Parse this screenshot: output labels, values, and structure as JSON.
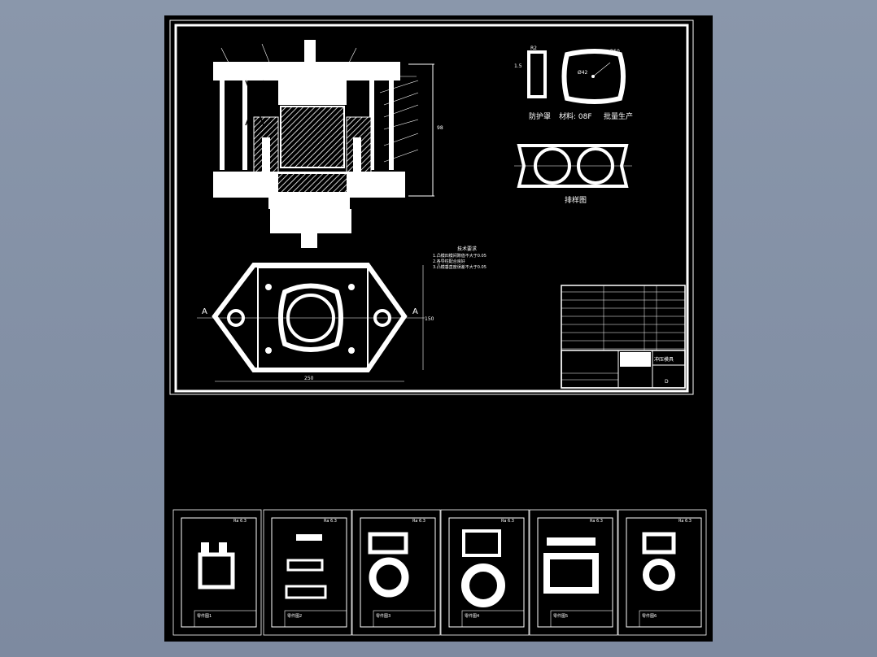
{
  "main_sheet": {
    "part_name": "防护罩",
    "material_label": "材料: 08F",
    "production": "批量生产",
    "layout_caption": "排样图",
    "tech_req_title": "技术要求",
    "tech_reqs": [
      "1.凸模凹模间隙值不大于0.05",
      "2.各导柱配合良好",
      "3.凸模垂直度误差不大于0.05"
    ],
    "section_mark_left": "A",
    "section_mark_right": "A",
    "dim_width": "250",
    "dim_height": "150",
    "dim_side": "98",
    "part_dims": [
      "1.5",
      "R2",
      "Ø42",
      "R50"
    ],
    "title_block_text": "冲压模具",
    "sheet_code": "D"
  },
  "thumbnails": [
    {
      "label": "零件图1",
      "note": "Ra 6.3"
    },
    {
      "label": "零件图2",
      "note": "Ra 6.3"
    },
    {
      "label": "零件图3",
      "note": "Ra 6.3"
    },
    {
      "label": "零件图4",
      "note": "Ra 6.3"
    },
    {
      "label": "零件图5",
      "note": "Ra 6.3"
    },
    {
      "label": "零件图6",
      "note": "Ra 6.3"
    }
  ],
  "colors": {
    "background": "#7d8aa0",
    "paper": "#000000",
    "line": "#ffffff"
  }
}
